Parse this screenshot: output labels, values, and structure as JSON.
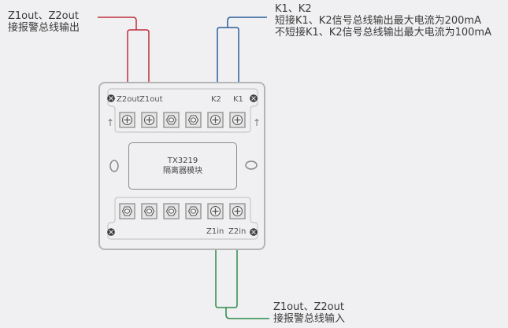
{
  "diagram": {
    "top_left_annotation": {
      "line1": "Z1out、Z2out",
      "line2": "接报警总线输出",
      "wire_color": "#c0303c"
    },
    "top_right_annotation": {
      "line1": "K1、K2",
      "line2": "短接K1、K2信号总线输出最大电流为200mA",
      "line3": "不短接K1、K2信号总线输出最大电流为100mA",
      "wire_color": "#2b5f9a"
    },
    "bottom_annotation": {
      "line1": "Z1out、Z2out",
      "line2": "接报警总线输入",
      "wire_color": "#2e8b4a"
    },
    "module": {
      "model": "TX3219",
      "name": "隔离器模块",
      "top_terminals": {
        "labels": [
          "Z2out",
          "Z1out",
          "K2",
          "K1"
        ],
        "screws": [
          "phillips",
          "phillips",
          "hex",
          "hex",
          "phillips",
          "phillips"
        ]
      },
      "bottom_terminals": {
        "labels": [
          "Z1in",
          "Z2in"
        ],
        "screws": [
          "hex",
          "hex",
          "hex",
          "hex",
          "phillips",
          "phillips"
        ]
      },
      "side_arrow": "↑"
    }
  }
}
